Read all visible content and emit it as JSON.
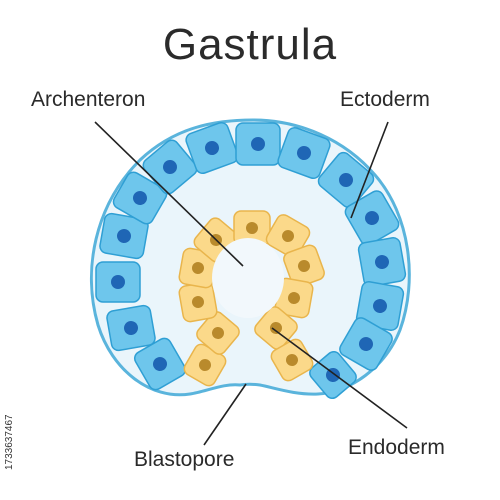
{
  "title": "Gastrula",
  "labels": {
    "archenteron": "Archenteron",
    "ectoderm": "Ectoderm",
    "endoderm": "Endoderm",
    "blastopore": "Blastopore"
  },
  "stock_id": "1733637467",
  "colors": {
    "outline": "#5ab4dc",
    "ectoderm_fill": "#6ec6ec",
    "ectoderm_stroke": "#2f9fd4",
    "ectoderm_nucleus": "#1f66b5",
    "endoderm_fill": "#fbd98a",
    "endoderm_stroke": "#e9b54c",
    "endoderm_nucleus": "#b98a2c",
    "interior": "#eaf5fb",
    "archenteron": "#f2f8fc",
    "line": "#222222"
  }
}
